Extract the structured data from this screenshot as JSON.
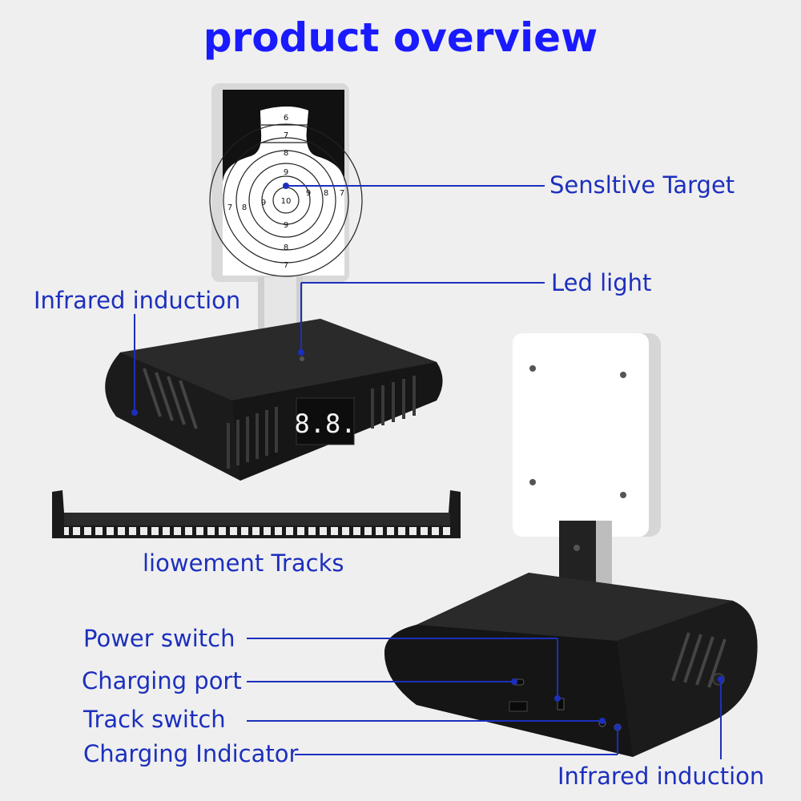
{
  "title": "product overview",
  "labels": {
    "sensitive_target": "Sensltive Target",
    "led_light": "Led light",
    "infrared_induction_left": "Infrared induction",
    "movement_tracks": "liowement Tracks",
    "power_switch": "Power switch",
    "charging_port": "Charging port",
    "track_switch": "Track switch",
    "charging_indicator": "Charging Indicator",
    "infrared_induction_bottom": "Infrared induction"
  },
  "target_rings": [
    "6",
    "7",
    "8",
    "9",
    "10",
    "9",
    "8",
    "7",
    "7",
    "8",
    "9",
    "9",
    "8",
    "7"
  ],
  "display_readout": "8.8.",
  "colors": {
    "accent": "#1c2fbd",
    "title": "#1a1aff",
    "device_body": "#1c1c1c",
    "background": "#efefef"
  }
}
